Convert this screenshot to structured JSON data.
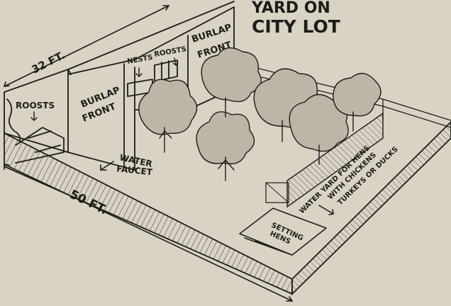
{
  "title": {
    "line1": "YARD ON",
    "line2": "CITY LOT"
  },
  "dimensions": {
    "depth": "32 FT.",
    "length": "50 FT."
  },
  "labels": {
    "roosts_left": "ROOSTS",
    "nests": "NESTS",
    "roosts_right": "ROOSTS",
    "burlap_front_left_1": "BURLAP",
    "burlap_front_left_2": "FRONT",
    "burlap_front_right_1": "BURLAP",
    "burlap_front_right_2": "FRONT",
    "water_faucet_1": "WATER",
    "water_faucet_2": "FAUCET",
    "yard_line1": "WATER YARD FOR HENS",
    "yard_line2": "WITH CHICKENS",
    "yard_line3": "TURKEYS OR DUCKS",
    "setting_1": "SETTING",
    "setting_2": "HENS"
  },
  "colors": {
    "paper": "#d9d3c4",
    "ink": "#1e1c18"
  }
}
